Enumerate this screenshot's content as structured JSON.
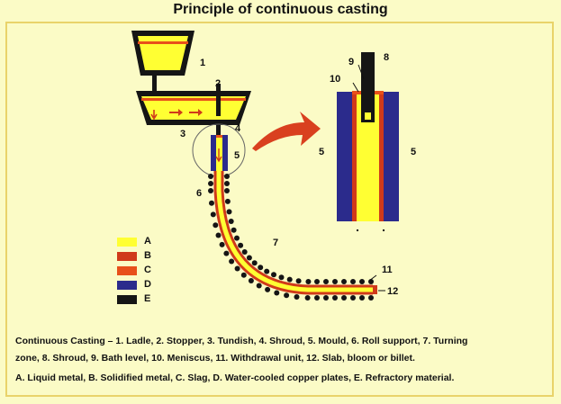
{
  "title": "Principle of continuous casting",
  "labels": {
    "n1": "1",
    "n2": "2",
    "n3": "3",
    "n4": "4",
    "n5": "5",
    "n6": "6",
    "n7": "7",
    "n8": "8",
    "n9": "9",
    "n10": "10",
    "n11": "11",
    "n12": "12",
    "n5_left": "5",
    "n5_right": "5"
  },
  "legend": [
    {
      "key": "A",
      "color": "#ffff33"
    },
    {
      "key": "B",
      "color": "#d03a1a"
    },
    {
      "key": "C",
      "color": "#e8501a"
    },
    {
      "key": "D",
      "color": "#2b2b8c"
    },
    {
      "key": "E",
      "color": "#151515"
    }
  ],
  "caption": {
    "line1": "Continuous Casting –  1. Ladle, 2. Stopper, 3. Tundish,  4. Shroud, 5. Mould, 6. Roll support, 7. Turning",
    "line2": "zone,  8. Shroud,  9. Bath level, 10. Meniscus, 11. Withdrawal unit, 12. Slab, bloom or billet.",
    "line3": "A. Liquid metal, B. Solidified metal,  C. Slag,  D. Water-cooled copper plates, E. Refractory material."
  },
  "colors": {
    "background": "#fbfbc6",
    "liquid": "#ffff33",
    "solid": "#d03a1a",
    "slag": "#e8501a",
    "copper": "#2b2b8c",
    "refractory": "#151515",
    "arrow": "#d9401f"
  }
}
